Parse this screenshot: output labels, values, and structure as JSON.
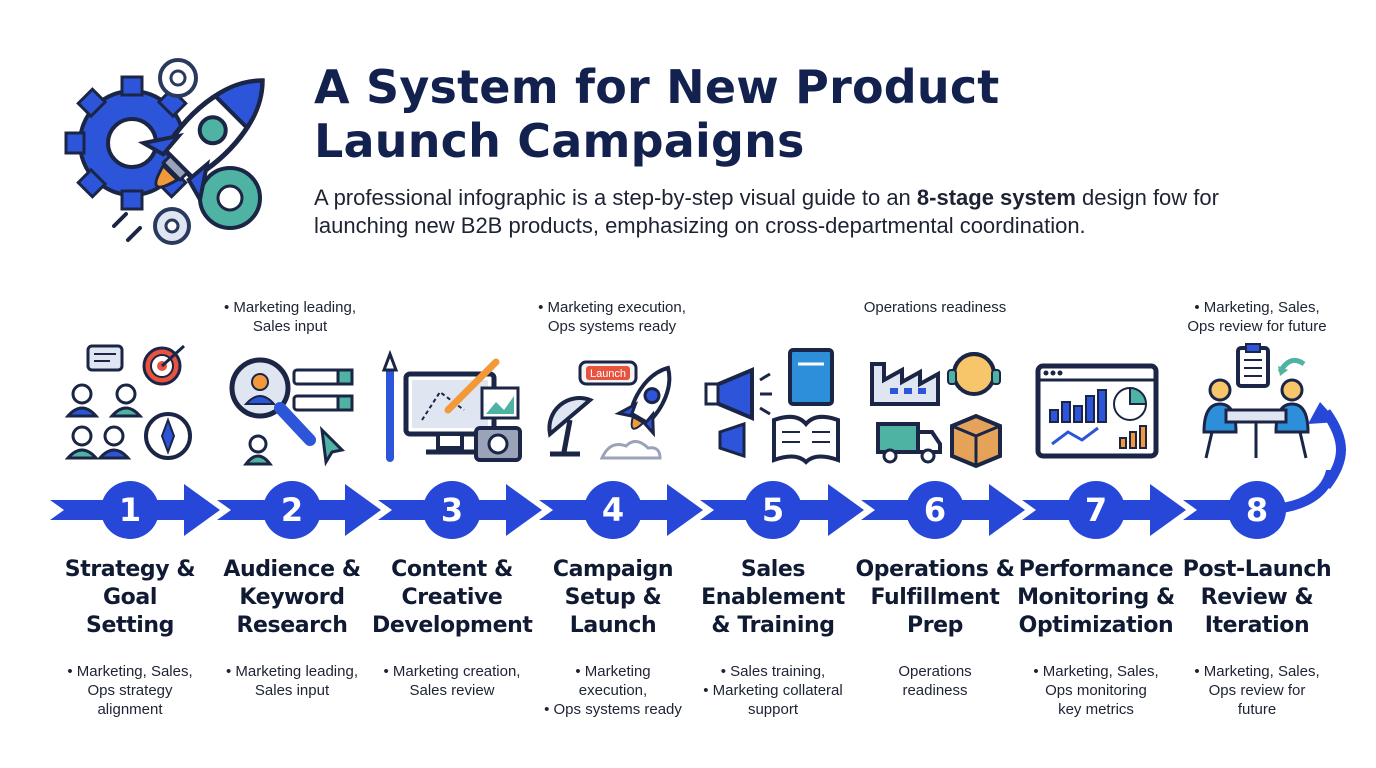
{
  "header": {
    "title_line1": "A System for New Product",
    "title_line2": "Launch Campaigns",
    "subtitle_pre": "A professional infographic is a step-by-step visual guide to an ",
    "subtitle_bold": "8-stage system",
    "subtitle_post": " design fow for launching new B2B products, emphasizing on cross-departmental coordination."
  },
  "top_notes": [
    {
      "line1": "• Marketing leading,",
      "line2": "Sales input"
    },
    {
      "line1": "• Marketing execution,",
      "line2": "Ops systems ready"
    },
    {
      "line1": "Operations readiness",
      "line2": ""
    },
    {
      "line1": "• Marketing, Sales,",
      "line2": "Ops review for future"
    }
  ],
  "launch_tag": "Launch",
  "stages": [
    {
      "number": "1",
      "title": [
        "Strategy &",
        "Goal",
        "Setting"
      ],
      "note": [
        "• Marketing, Sales,",
        "Ops strategy",
        "alignment"
      ]
    },
    {
      "number": "2",
      "title": [
        "Audience &",
        "Keyword",
        "Research"
      ],
      "note": [
        "• Marketing leading,",
        "Sales input",
        ""
      ]
    },
    {
      "number": "3",
      "title": [
        "Content &",
        "Creative",
        "Development"
      ],
      "note": [
        "• Marketing creation,",
        "Sales review",
        ""
      ]
    },
    {
      "number": "4",
      "title": [
        "Campaign",
        "Setup &",
        "Launch"
      ],
      "note": [
        "• Marketing",
        "execution,",
        "• Ops systems ready"
      ]
    },
    {
      "number": "5",
      "title": [
        "Sales",
        "Enablement",
        "& Training"
      ],
      "note": [
        "• Sales training,",
        "• Marketing collateral",
        "support"
      ]
    },
    {
      "number": "6",
      "title": [
        "Operations &",
        "Fulfillment",
        "Prep"
      ],
      "note": [
        "Operations",
        "readiness",
        ""
      ]
    },
    {
      "number": "7",
      "title": [
        "Performance",
        "Monitoring &",
        "Optimization"
      ],
      "note": [
        "• Marketing, Sales,",
        "Ops monitoring",
        "key metrics"
      ]
    },
    {
      "number": "8",
      "title": [
        "Post-Launch",
        "Review &",
        "Iteration"
      ],
      "note": [
        "• Marketing, Sales,",
        "Ops review for",
        "future"
      ]
    }
  ],
  "colors": {
    "primary_blue": "#2747d8",
    "navy": "#13214f",
    "teal": "#4fb3a3",
    "orange": "#f29a3a"
  }
}
